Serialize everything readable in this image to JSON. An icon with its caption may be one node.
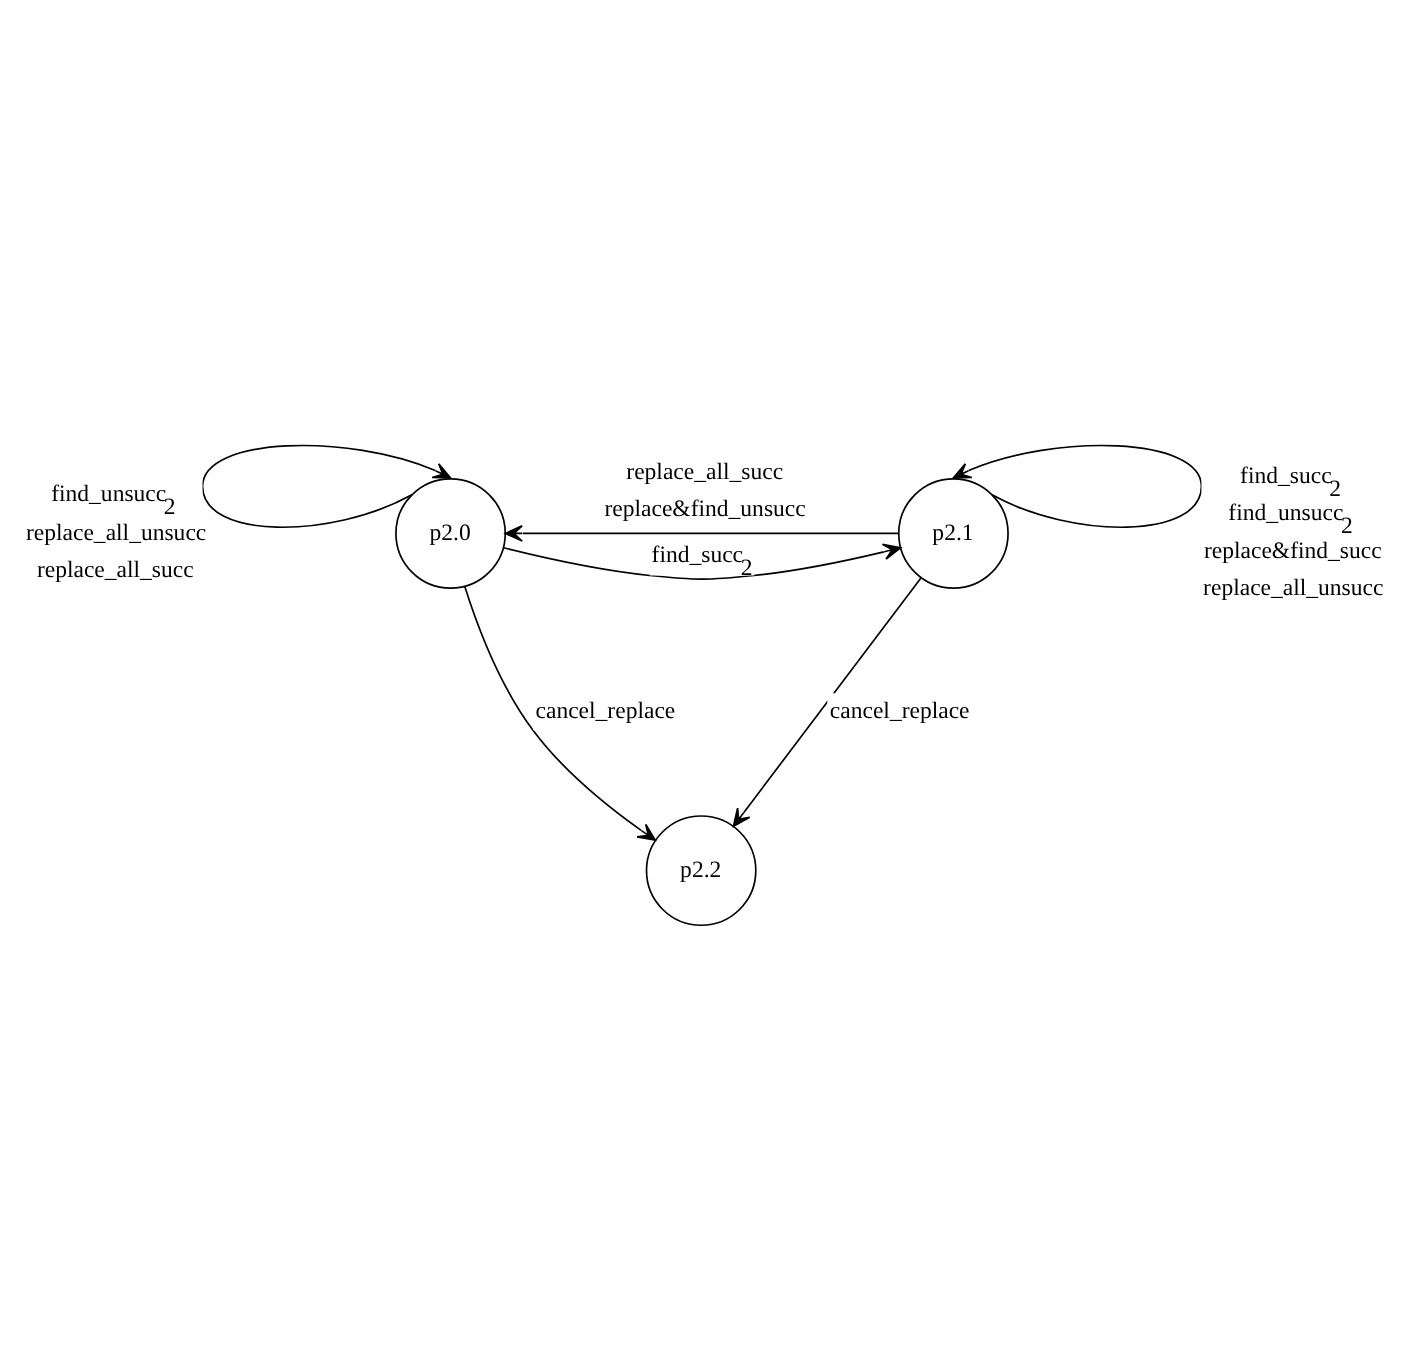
{
  "diagram": {
    "nodes": [
      {
        "text": [
          "p2.0"
        ]
      },
      {
        "text": [
          "p2.1"
        ]
      },
      {
        "text": [
          "p2.2"
        ]
      }
    ],
    "edges": [
      {
        "from": 0,
        "to": 0,
        "arrow": "to",
        "label": "find_unsucc$_{2}$ replace_all_unsucc replace_all_succ"
      },
      {
        "from": 1,
        "to": 1,
        "arrow": "to",
        "label": "find_succ$_{2}$ find_unsucc$_{2}$ replace&find_succ replace_all_unsucc"
      },
      {
        "from": 0,
        "to": 1,
        "arrow": "to",
        "label": "find_succ$_{2}$"
      },
      {
        "from": 1,
        "to": 0,
        "arrow": "to",
        "label": "replace_all_succ replace&find_unsucc"
      },
      {
        "from": 0,
        "to": 2,
        "arrow": "to",
        "label": "cancel_replace"
      },
      {
        "from": 1,
        "to": 2,
        "arrow": "to",
        "label": "cancel_replace"
      }
    ]
  }
}
